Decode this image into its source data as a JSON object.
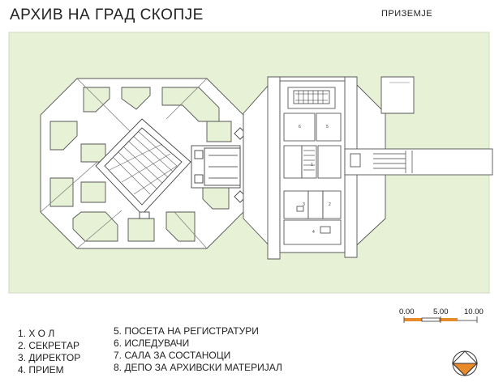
{
  "title": "АРХИВ НА ГРАД СКОПЈЕ",
  "floor_label": "ПРИЗЕМЈЕ",
  "scale_labels": [
    "0.00",
    "5.00",
    "10.00"
  ],
  "legend_left": [
    "1. Х О Л",
    "2. СЕКРЕТАР",
    "3. ДИРЕКТОР",
    "4. ПРИЕМ"
  ],
  "legend_right": [
    "5. ПОСЕТА НА РЕГИСТРАТУРИ",
    "6. ИСЛЕДУВАЧИ",
    "7. САЛА ЗА СОСТАНОЦИ",
    "8. ДЕПО ЗА АРХИВСКИ МАТЕРИЈАЛ"
  ],
  "room_numbers": [
    "1",
    "2",
    "3",
    "4",
    "5",
    "6"
  ],
  "colors": {
    "site": "#e6f1d5",
    "building": "#ffffff",
    "line": "#555555",
    "scale_accent": "#e8892a",
    "north_fill": "#e8892a"
  }
}
